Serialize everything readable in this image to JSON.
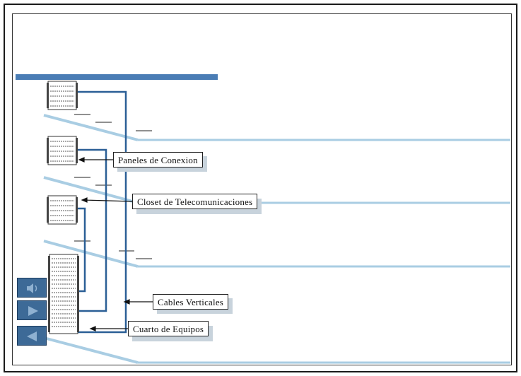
{
  "labels": {
    "paneles": "Paneles de Conexion",
    "closet": "Closet de Telecomunicaciones",
    "cables": "Cables Verticales",
    "cuarto": "Cuarto de Equipos"
  },
  "controls": [
    {
      "icon": "speaker-icon"
    },
    {
      "icon": "play-icon"
    },
    {
      "icon": "back-icon"
    }
  ],
  "colors": {
    "floor_line": "#a9cde3",
    "floor_line_dark": "#7ea6c2",
    "header_bar": "#4a7db5",
    "cable": "#2b5f96",
    "button": "#3d6a97"
  }
}
